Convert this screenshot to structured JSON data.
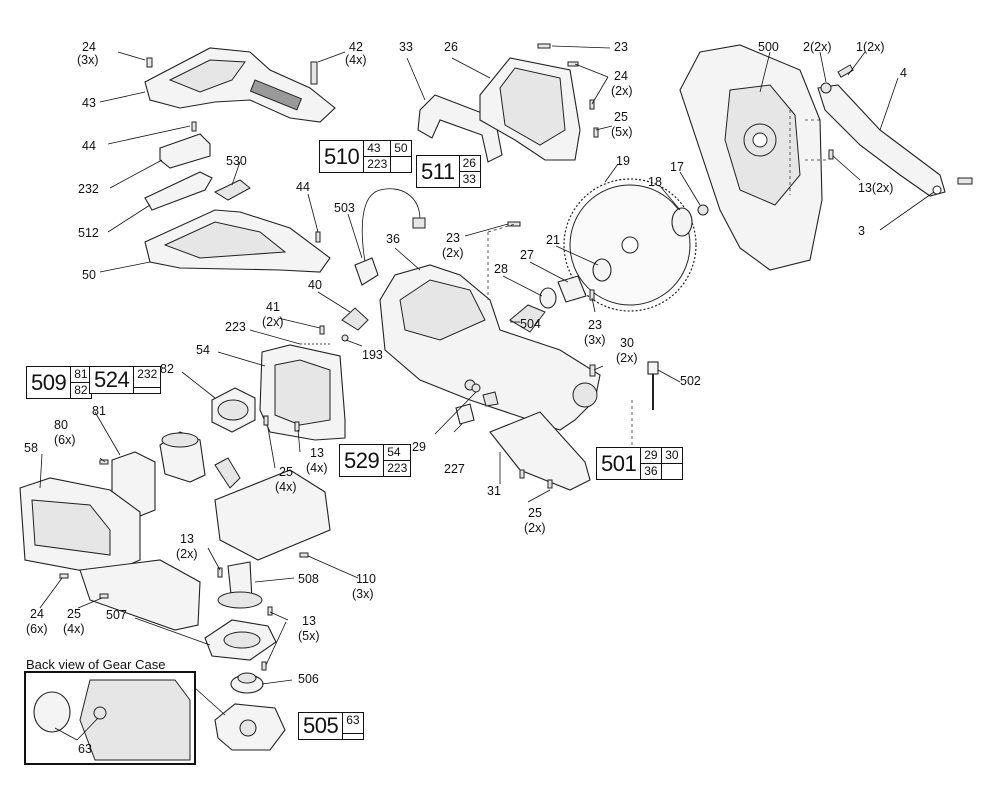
{
  "callouts": {
    "c24a": "24",
    "c24a_qty": "(3x)",
    "c42": "42",
    "c42_qty": "(4x)",
    "c43": "43",
    "c44a": "44",
    "c232": "232",
    "c530": "530",
    "c512": "512",
    "c50": "50",
    "c44b": "44",
    "c503": "503",
    "c33": "33",
    "c26": "26",
    "c23a": "23",
    "c24b": "24",
    "c24b_qty": "(2x)",
    "c25a": "25",
    "c25a_qty": "(5x)",
    "c500": "500",
    "c2": "2(2x)",
    "c1": "1(2x)",
    "c4": "4",
    "c19": "19",
    "c17": "17",
    "c18": "18",
    "c13a": "13(2x)",
    "c3": "3",
    "c23b": "23",
    "c23b_qty": "(2x)",
    "c36": "36",
    "c21": "21",
    "c27": "27",
    "c28": "28",
    "c504": "504",
    "c23c": "23",
    "c23c_qty": "(3x)",
    "c41": "41",
    "c41_qty": "(2x)",
    "c40": "40",
    "c223": "223",
    "c193": "193",
    "c54": "54",
    "c82": "82",
    "c30": "30",
    "c30_qty": "(2x)",
    "c502": "502",
    "c80": "80",
    "c80_qty": "(6x)",
    "c81": "81",
    "c58": "58",
    "c25b": "25",
    "c25b_qty": "(4x)",
    "c13b": "13",
    "c13b_qty": "(4x)",
    "c29": "29",
    "c227": "227",
    "c31": "31",
    "c25c": "25",
    "c25c_qty": "(2x)",
    "c13c": "13",
    "c13c_qty": "(2x)",
    "c508": "508",
    "c110": "110",
    "c110_qty": "(3x)",
    "c24c": "24",
    "c24c_qty": "(6x)",
    "c25d": "25",
    "c25d_qty": "(4x)",
    "c507": "507",
    "c13d": "13",
    "c13d_qty": "(5x)",
    "c506": "506",
    "c63": "63"
  },
  "kits": {
    "k510": {
      "number": "510",
      "parts": [
        "43",
        "50",
        "223",
        ""
      ]
    },
    "k511": {
      "number": "511",
      "parts": [
        "26",
        "33"
      ]
    },
    "k509": {
      "number": "509",
      "parts": [
        "81",
        "82"
      ]
    },
    "k524": {
      "number": "524",
      "parts": [
        "232",
        ""
      ]
    },
    "k529": {
      "number": "529",
      "parts": [
        "54",
        "223"
      ]
    },
    "k501": {
      "number": "501",
      "parts": [
        "29",
        "30",
        "36",
        ""
      ]
    },
    "k505": {
      "number": "505",
      "parts": [
        "63",
        ""
      ]
    }
  },
  "inset": {
    "title": "Back view of Gear Case"
  }
}
